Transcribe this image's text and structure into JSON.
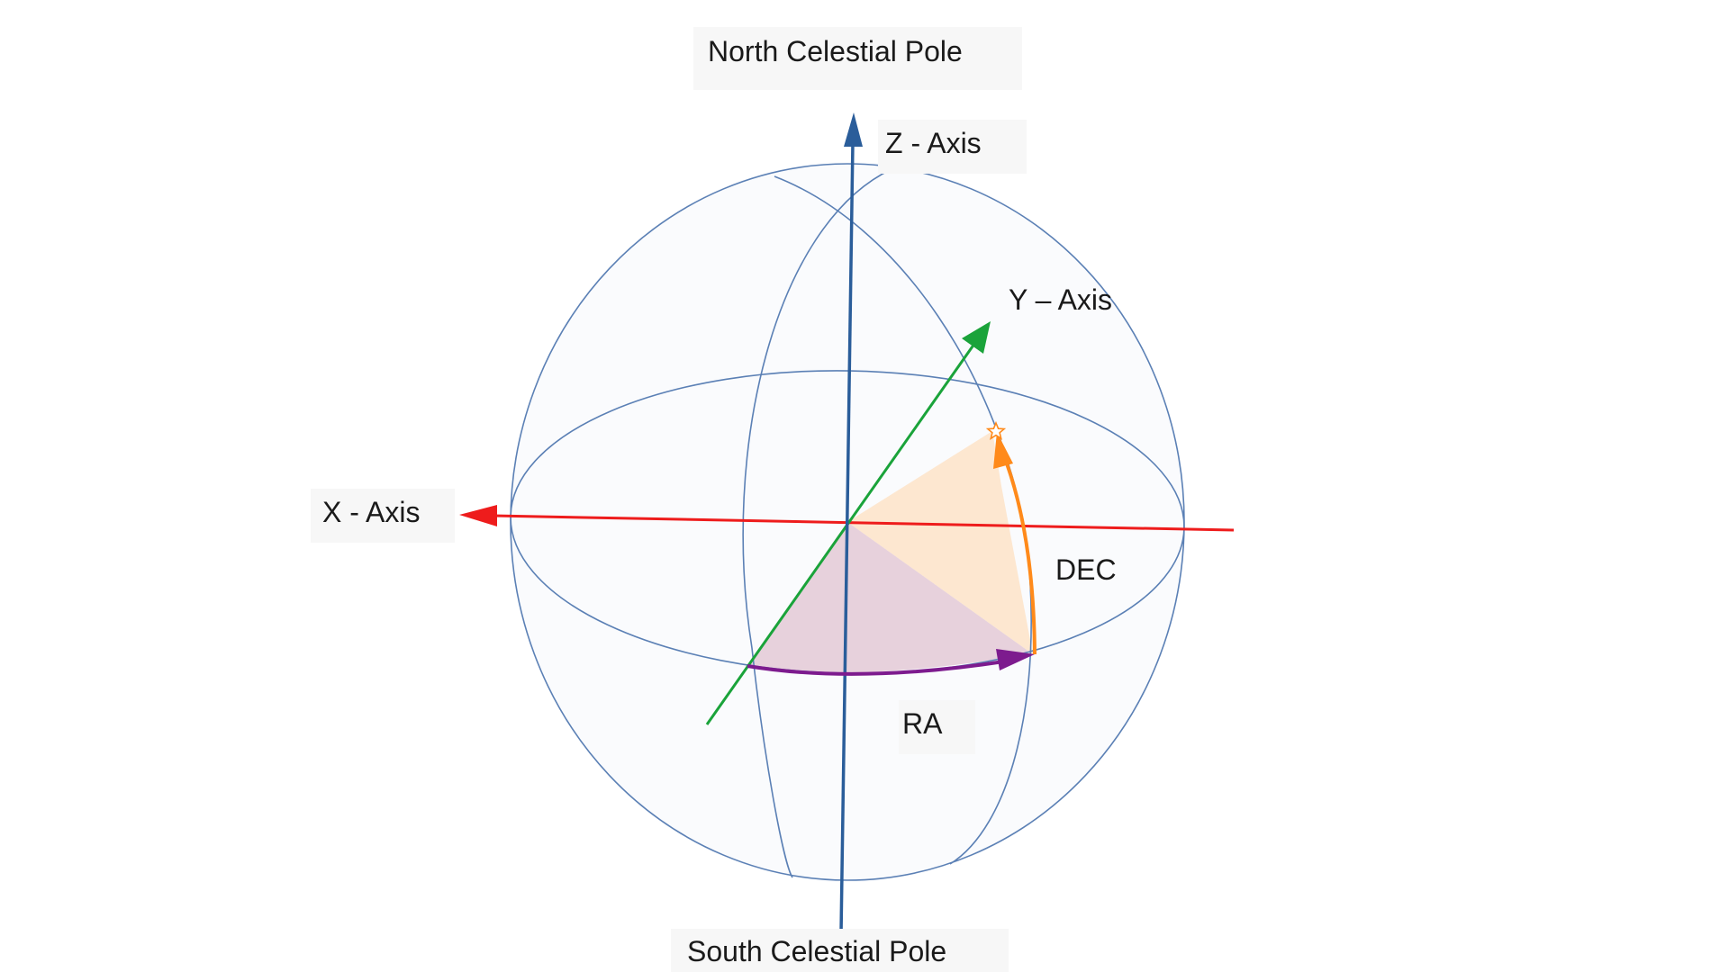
{
  "labels": {
    "north_pole": "North Celestial Pole",
    "south_pole": "South Celestial Pole",
    "z_axis": "Z - Axis",
    "y_axis": "Y – Axis",
    "x_axis": "X - Axis",
    "dec": "DEC",
    "ra": "RA"
  },
  "colors": {
    "sphere_line": "#5b80b5",
    "z_axis": "#2a5d9a",
    "y_axis": "#1aa33a",
    "x_axis": "#ee1c1c",
    "dec_arc": "#ff8a1a",
    "ra_arc": "#7d1b8e",
    "dec_fill": "#fde3c8",
    "ra_fill": "#e3c9d6"
  },
  "icons": {
    "star": "star-icon"
  }
}
